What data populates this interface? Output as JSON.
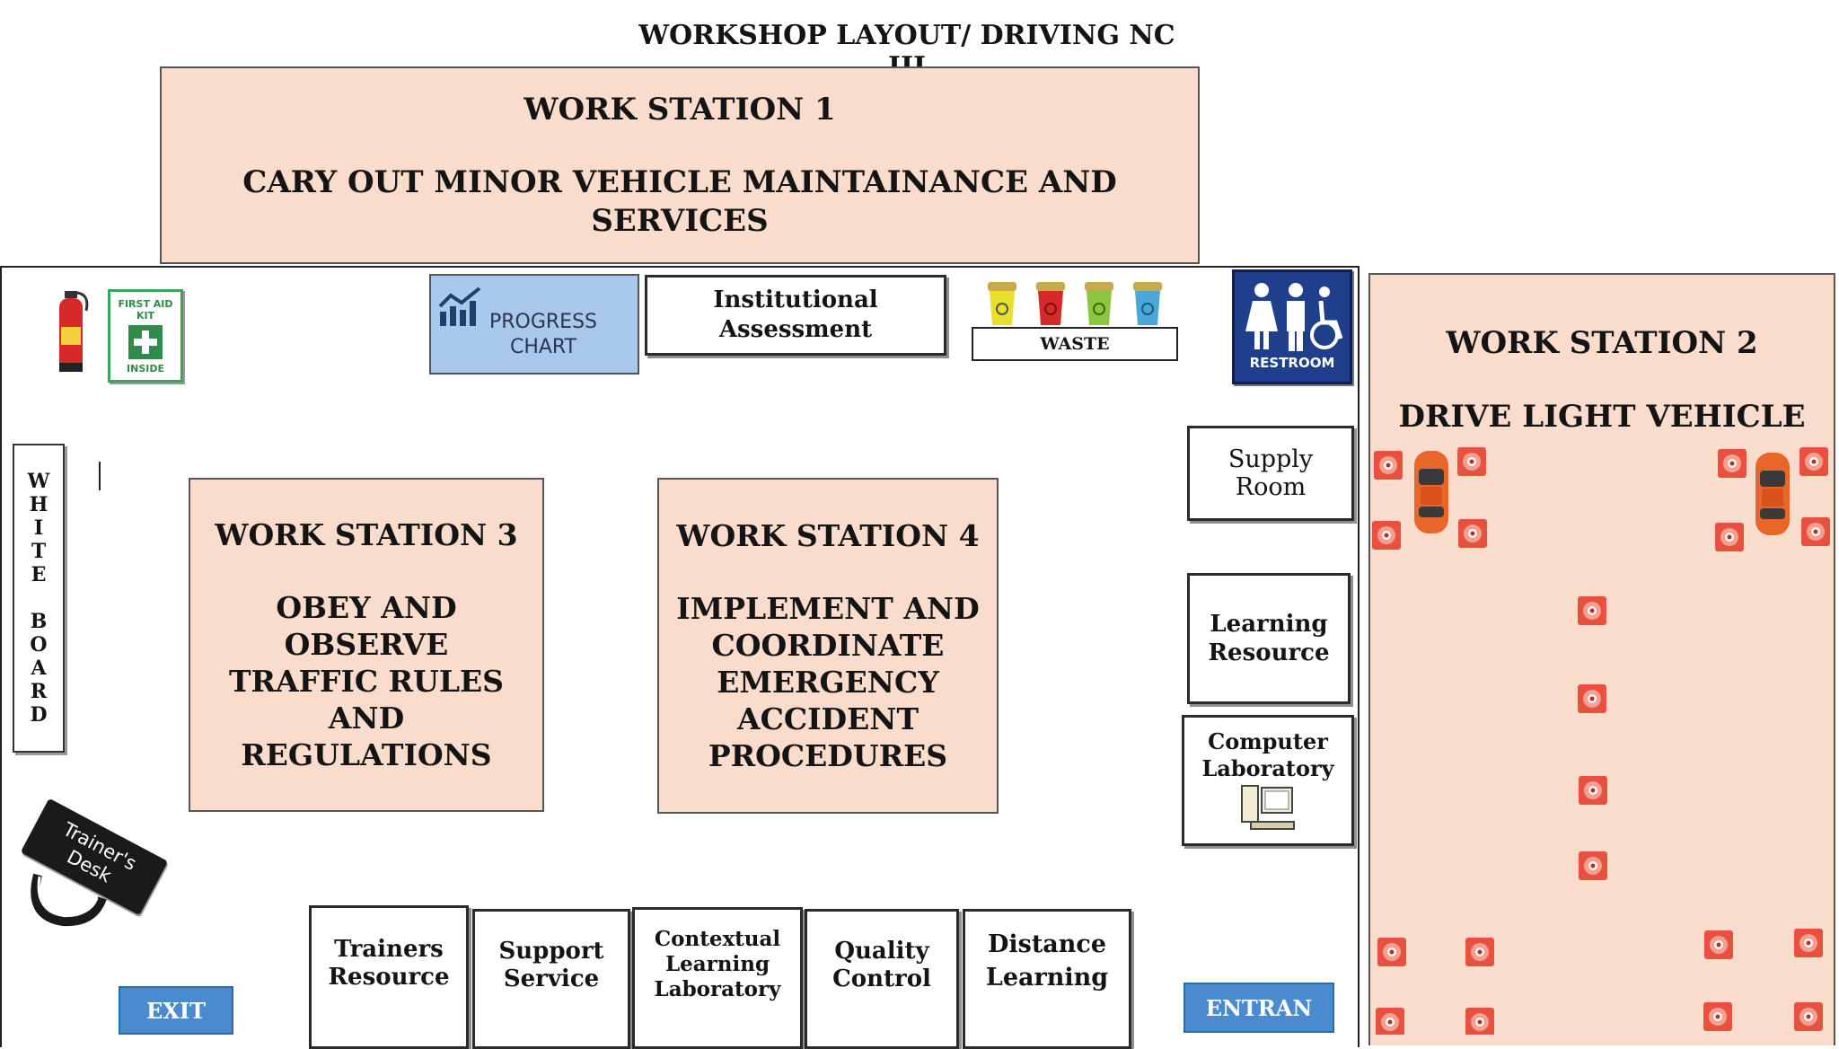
{
  "title": "WORKSHOP LAYOUT/ DRIVING NC III",
  "ws1": {
    "name": "WORK STATION 1",
    "line1": "CARY OUT MINOR VEHICLE MAINTAINANCE AND",
    "line2": "SERVICES"
  },
  "ws2": {
    "name": "WORK STATION 2",
    "task": "DRIVE LIGHT VEHICLE"
  },
  "ws3": {
    "name": "WORK STATION 3",
    "lines": [
      "OBEY AND",
      "OBSERVE",
      "TRAFFIC RULES",
      "AND",
      "REGULATIONS"
    ]
  },
  "ws4": {
    "name": "WORK STATION 4",
    "lines": [
      "IMPLEMENT AND",
      "COORDINATE",
      "EMERGENCY",
      "ACCIDENT",
      "PROCEDURES"
    ]
  },
  "progress_chart": [
    "PROGRESS",
    "CHART"
  ],
  "institutional": [
    "Institutional",
    "Assessment"
  ],
  "waste": "WASTE",
  "restroom": "RESTROOM",
  "first_aid": [
    "FIRST AID",
    "KIT",
    "INSIDE"
  ],
  "whiteboard_letters": [
    "W",
    "H",
    "I",
    "T",
    "E",
    "",
    "B",
    "O",
    "A",
    "R",
    "D"
  ],
  "supply_room": [
    "Supply",
    "Room"
  ],
  "learning_resource": [
    "Learning",
    "Resource"
  ],
  "computer_lab": [
    "Computer",
    "Laboratory"
  ],
  "trainers_desk": [
    "Trainer's",
    "Desk"
  ],
  "bottom_rooms": [
    [
      "Trainers",
      "Resource"
    ],
    [
      "Support",
      "Service"
    ],
    [
      "Contextual",
      "Learning",
      "Laboratory"
    ],
    [
      "Quality",
      "Control"
    ],
    [
      "Distance",
      "Learning"
    ]
  ],
  "exit": "EXIT",
  "entrance": "ENTRAN",
  "colors": {
    "peach": "#f9dccb",
    "blue_button": "#4a8bd0",
    "progress_blue": "#a9c9ec",
    "restroom_navy": "#1f3f8c",
    "car_orange": "#e8662a",
    "cone_red": "#e85040"
  },
  "bins": [
    {
      "color": "#e8e02c"
    },
    {
      "color": "#d42a2a"
    },
    {
      "color": "#8cc63f"
    },
    {
      "color": "#4aa8d8"
    }
  ]
}
